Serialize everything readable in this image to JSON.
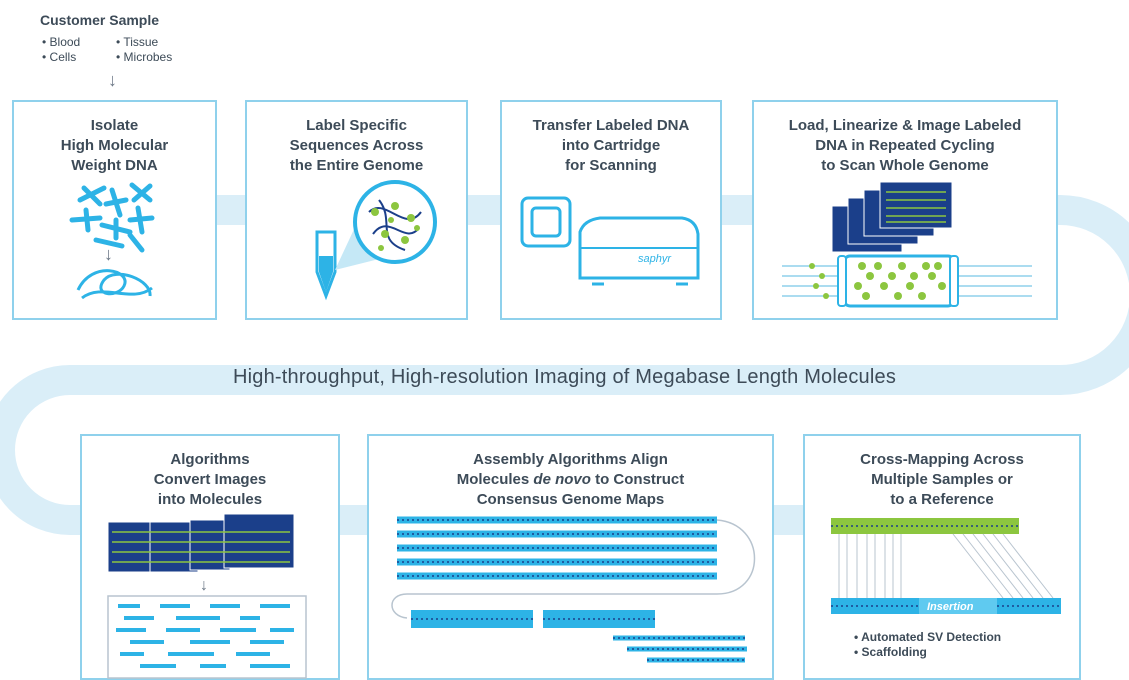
{
  "sample": {
    "title": "Customer Sample",
    "types": [
      "• Blood",
      "• Cells",
      "• Tissue",
      "• Microbes"
    ]
  },
  "steps_top": [
    {
      "lines": [
        "Isolate",
        "High Molecular",
        "Weight DNA"
      ]
    },
    {
      "lines": [
        "Label Specific",
        "Sequences Across",
        "the Entire Genome"
      ]
    },
    {
      "lines": [
        "Transfer Labeled DNA",
        "into Cartridge",
        "for Scanning"
      ]
    },
    {
      "lines": [
        "Load, Linearize & Image Labeled",
        "DNA in Repeated Cycling",
        "to Scan Whole Genome"
      ]
    }
  ],
  "banner": "High-throughput, High-resolution Imaging of Megabase Length Molecules",
  "steps_bottom": [
    {
      "lines": [
        "Algorithms",
        "Convert Images",
        "into Molecules"
      ]
    },
    {
      "line1": "Assembly Algorithms Align",
      "line2_pre": "Molecules ",
      "line2_em": "de novo",
      "line2_post": " to Construct",
      "line3": "Consensus Genome Maps"
    },
    {
      "lines": [
        "Cross-Mapping Across",
        "Multiple Samples or",
        "to a Reference"
      ]
    }
  ],
  "instrument_label": "saphyr",
  "insertion_label": "Insertion",
  "bullets": [
    "• Automated SV Detection",
    "• Scaffolding"
  ],
  "colors": {
    "box_border": "#8fd1ec",
    "flow_band": "#daeef8",
    "cyan": "#2db3e6",
    "navy": "#1b3f8a",
    "green": "#8cc63f"
  }
}
